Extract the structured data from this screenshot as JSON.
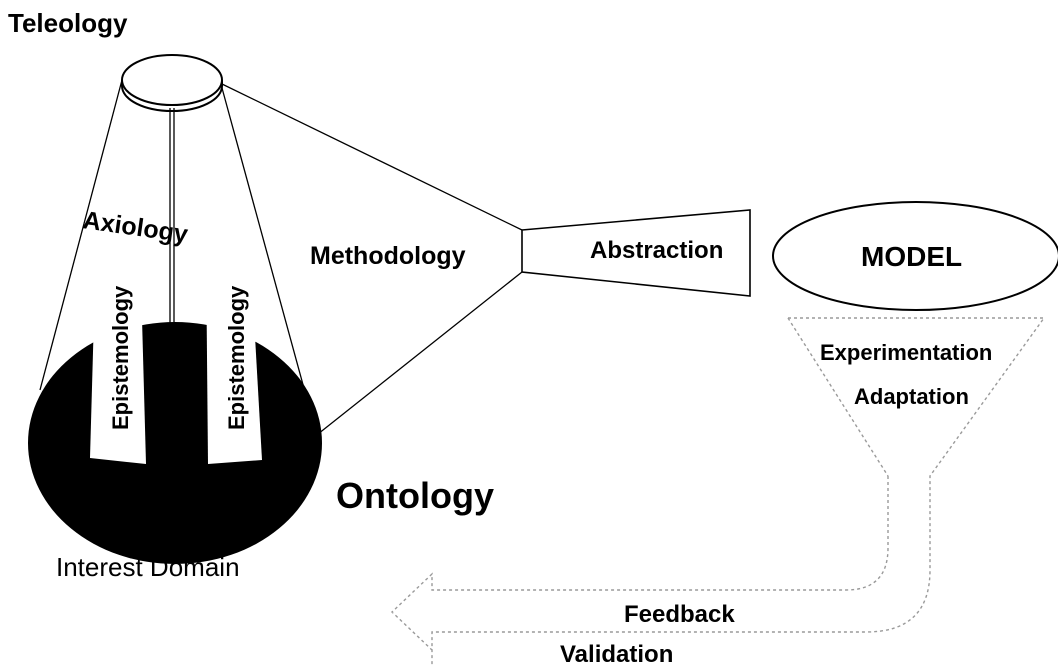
{
  "labels": {
    "teleology": "Teleology",
    "axiology": "Axiology",
    "epistemology_left": "Epistemology",
    "epistemology_right": "Epistemology",
    "methodology": "Methodology",
    "abstraction": "Abstraction",
    "model": "MODEL",
    "experimentation": "Experimentation",
    "adaptation": "Adaptation",
    "ontology": "Ontology",
    "interest_domain": "Interest Domain",
    "feedback": "Feedback",
    "validation": "Validation"
  },
  "colors": {
    "ink": "#000000",
    "paper": "#ffffff",
    "dashed": "#9a9a9a"
  }
}
